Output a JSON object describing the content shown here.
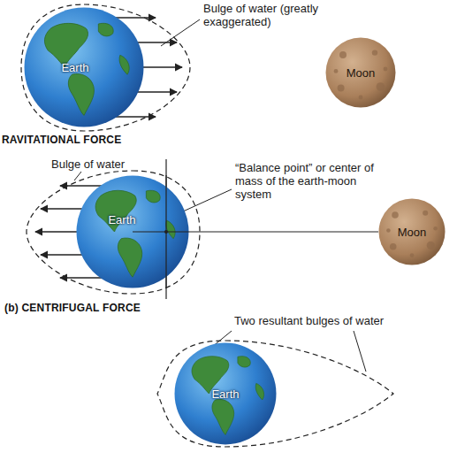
{
  "diagram": {
    "nodes": [
      {
        "text": [
          "Earth"
        ]
      },
      {
        "text": [
          "Moon"
        ]
      },
      {
        "text": [
          "Earth"
        ]
      },
      {
        "text": [
          "Moon"
        ]
      },
      {
        "text": [
          "Earth"
        ]
      }
    ],
    "edges": [
      {
        "from": 2,
        "to": 3,
        "arrow": "none"
      }
    ],
    "labels": [
      "Bulge of water (greatly exaggerated)",
      "RAVITATIONAL FORCE",
      "Bulge of water",
      "“Balance point” or center of mass of the earth-moon system",
      "(b) CENTRIFUGAL FORCE",
      "Two resultant bulges of water"
    ]
  }
}
